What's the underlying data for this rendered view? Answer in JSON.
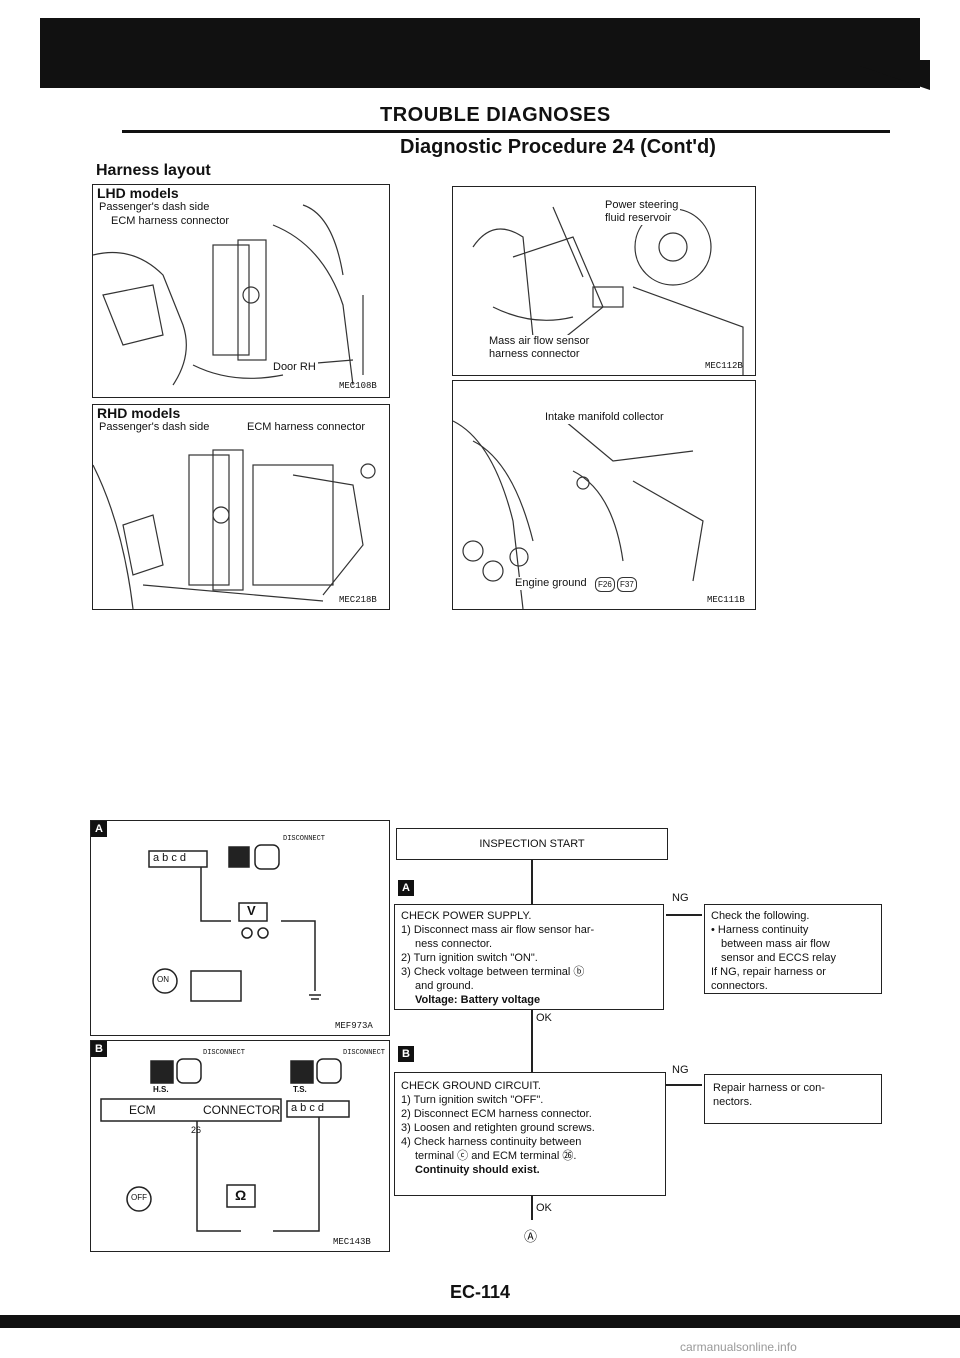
{
  "header": {
    "section_title": "TROUBLE DIAGNOSES",
    "subtitle": "Diagnostic Procedure 24 (Cont'd)",
    "layout_heading": "Harness layout"
  },
  "figures": {
    "lhd": {
      "title": "LHD models",
      "label1": "Passenger's dash side",
      "label2": "ECM harness connector",
      "label3": "Door RH",
      "code": "MEC108B"
    },
    "rhd": {
      "title": "RHD models",
      "label1": "Passenger's dash side",
      "label2": "ECM harness connector",
      "code": "MEC218B"
    },
    "maf": {
      "label1": "Power steering",
      "label2": "fluid reservoir",
      "label3": "Mass air flow sensor",
      "label4": "harness connector",
      "code": "MEC112B"
    },
    "ground": {
      "label1": "Intake manifold collector",
      "label2": "Engine ground",
      "label3": "F26",
      "label4": "F37",
      "code": "MEC111B"
    }
  },
  "diagrams": {
    "a": {
      "tag": "A",
      "disconnect": "DISCONNECT",
      "connector_pins": "a b c d",
      "meter": "V",
      "plus": "⊕",
      "minus": "⊖",
      "key": "ON",
      "code": "MEF973A"
    },
    "b": {
      "tag": "B",
      "disconnect1": "DISCONNECT",
      "disconnect2": "DISCONNECT",
      "hs": "H.S.",
      "ts": "T.S.",
      "ecm": "ECM",
      "connector": "CONNECTOR",
      "pin": "26",
      "connector_pins": "a b c d",
      "meter": "Ω",
      "key": "OFF",
      "code": "MEC143B"
    }
  },
  "flow": {
    "start": "INSPECTION START",
    "tag_a": "A",
    "tag_b": "B",
    "step1": {
      "title": "CHECK POWER SUPPLY.",
      "l1": "1) Disconnect mass air flow sensor har-",
      "l2": "ness connector.",
      "l3": "2) Turn ignition switch \"ON\".",
      "l4": "3) Check voltage between terminal ⓑ",
      "l5": "and ground.",
      "l6": "Voltage: Battery voltage"
    },
    "ng1": "NG",
    "ng1_box": {
      "l1": "Check the following.",
      "l2": "• Harness continuity",
      "l3": "between mass air flow",
      "l4": "sensor and ECCS relay",
      "l5": "If NG, repair harness or",
      "l6": "connectors."
    },
    "ok1": "OK",
    "step2": {
      "title": "CHECK GROUND CIRCUIT.",
      "l1": "1) Turn ignition switch \"OFF\".",
      "l2": "2) Disconnect ECM harness connector.",
      "l3": "3) Loosen and retighten ground screws.",
      "l4": "4) Check harness continuity between",
      "l5": "terminal ⓒ and ECM terminal ㉖.",
      "l6": "Continuity should exist."
    },
    "ng2": "NG",
    "ng2_box": {
      "l1": "Repair harness or con-",
      "l2": "nectors."
    },
    "ok2": "OK",
    "end": "Ⓐ"
  },
  "footer": {
    "page": "EC-114",
    "watermark": "carmanualsonline.info"
  }
}
